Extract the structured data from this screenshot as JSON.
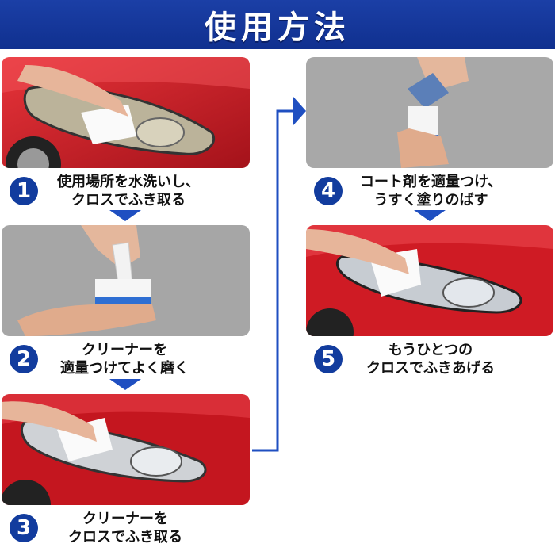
{
  "page": {
    "title": "使用方法"
  },
  "steps": [
    {
      "number": "1",
      "line1": "使用場所を水洗いし、",
      "line2": "クロスでふき取る"
    },
    {
      "number": "2",
      "line1": "クリーナーを",
      "line2": "適量つけてよく磨く"
    },
    {
      "number": "3",
      "line1": "クリーナーを",
      "line2": "クロスでふき取る"
    },
    {
      "number": "4",
      "line1": "コート剤を適量つけ、",
      "line2": "うすく塗りのばす"
    },
    {
      "number": "5",
      "line1": "もうひとつの",
      "line2": "クロスでふきあげる"
    }
  ],
  "colors": {
    "banner": "#1b3fa6",
    "step_badge": "#123c9e",
    "arrow": "#1f4fc1",
    "car_red": "#d01c25",
    "sponge_blue": "#2f6fd3"
  }
}
